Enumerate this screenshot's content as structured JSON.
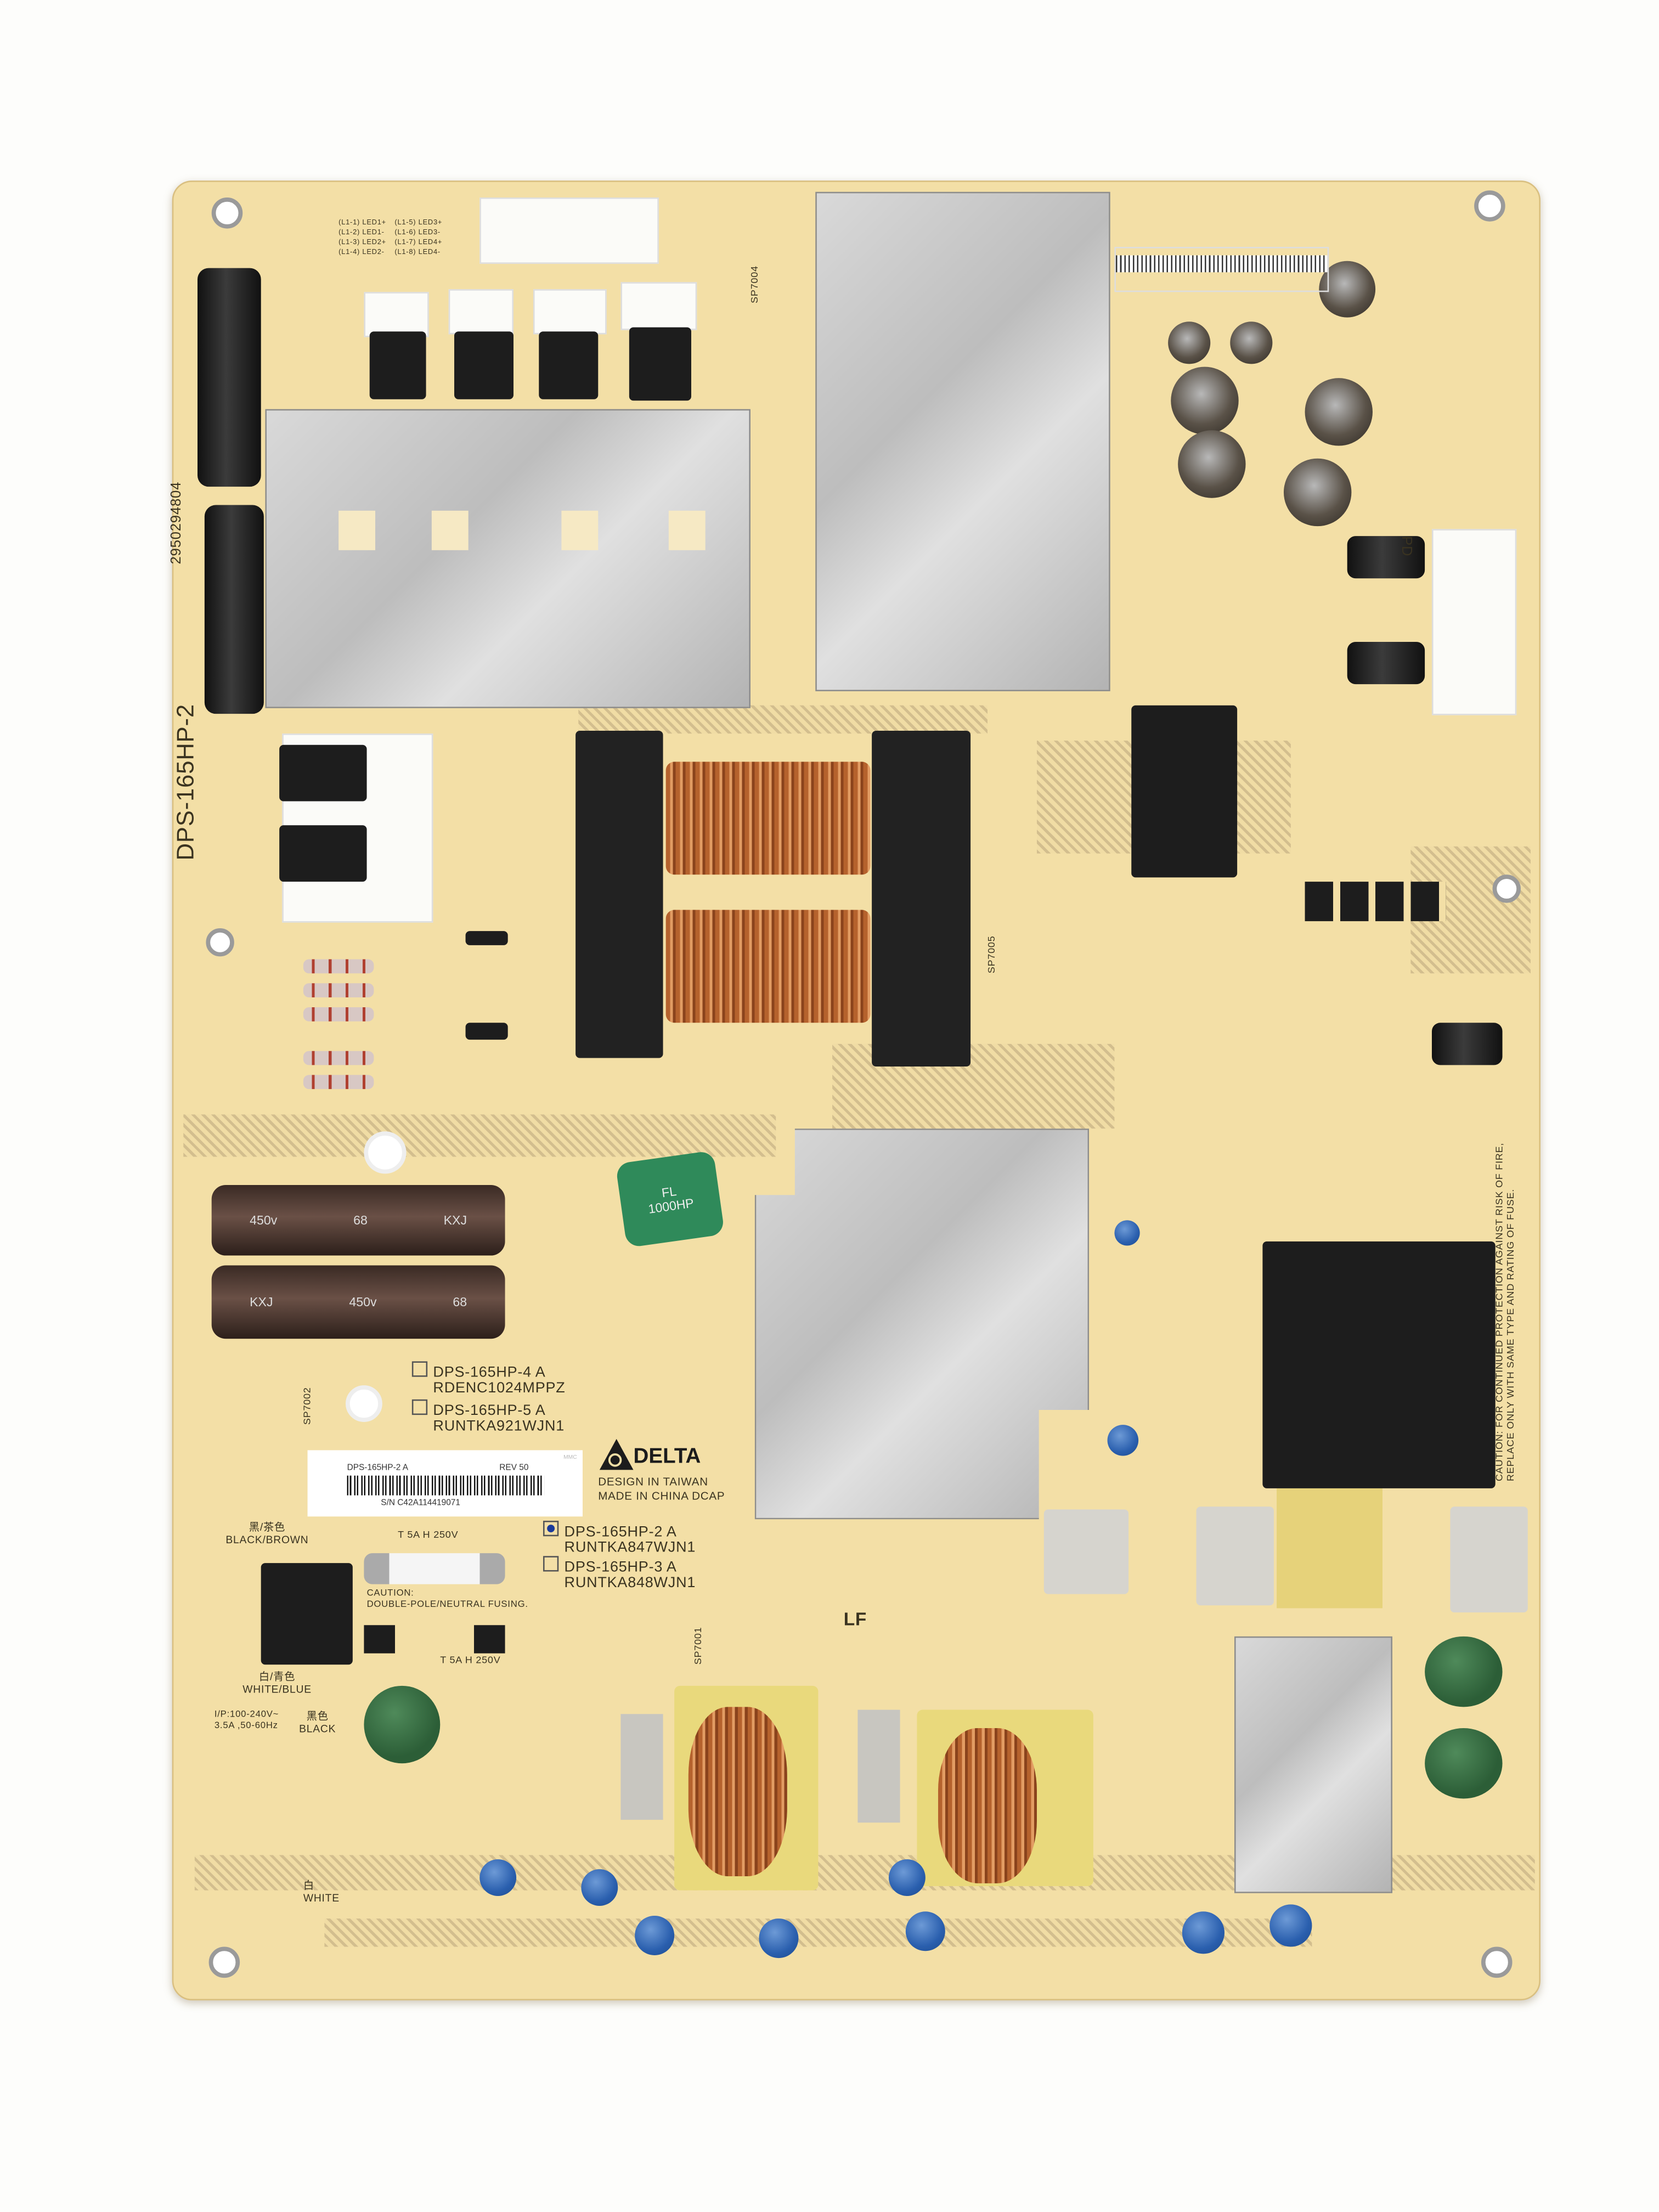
{
  "board": {
    "model_vertical": "DPS-165HP-2",
    "part_number_vertical": "2950294804",
    "led_pinout": [
      "(L1-1) LED1+",
      "(L1-5) LED3+",
      "(L1-2) LED1-",
      "(L1-6) LED3-",
      "(L1-3) LED2+",
      "(L1-7) LED4+",
      "(L1-4) LED2-",
      "(L1-8) LED4-"
    ],
    "variants": [
      {
        "model": "DPS-165HP-4 A",
        "code": "RDENC1024MPPZ",
        "checked": false
      },
      {
        "model": "DPS-165HP-5 A",
        "code": "RUNTKA921WJN1",
        "checked": false
      },
      {
        "model": "DPS-165HP-2 A",
        "code": "RUNTKA847WJN1",
        "checked": true
      },
      {
        "model": "DPS-165HP-3 A",
        "code": "RUNTKA848WJN1",
        "checked": false
      }
    ],
    "label": {
      "model": "DPS-165HP-2 A",
      "rev": "REV 50",
      "serial": "S/N C42A114419071",
      "corner": "MMC"
    },
    "brand": {
      "name": "DELTA",
      "line1": "DESIGN IN TAIWAN",
      "line2": "MADE IN CHINA DCAP"
    },
    "fuse_rating": "T 5A H 250V",
    "fuse_caution": [
      "CAUTION:",
      "DOUBLE-POLE/NEUTRAL FUSING."
    ],
    "wire_labels": {
      "l_cn": "黑/茶色",
      "l_en": "BLACK/BROWN",
      "n_cn": "白/青色",
      "n_en": "WHITE/BLUE",
      "black_cn": "黑色",
      "black_en": "BLACK",
      "white_cn": "白",
      "white_en": "WHITE"
    },
    "input_rating": [
      "I/P:100-240V~",
      "3.5A ,50-60Hz"
    ],
    "caution_fire": [
      "CAUTION: FOR CONTINUED PROTECTION AGAINST RISK OF FIRE,",
      "REPLACE ONLY WITH SAME TYPE AND RATING OF FUSE."
    ],
    "cap_text": [
      "450v",
      "68",
      "KXJ"
    ],
    "film_cap": [
      "FL",
      "1000HP"
    ],
    "refs": [
      "SP7002",
      "SP7004",
      "SP7005",
      "SP7001",
      "LF",
      "PD"
    ]
  }
}
